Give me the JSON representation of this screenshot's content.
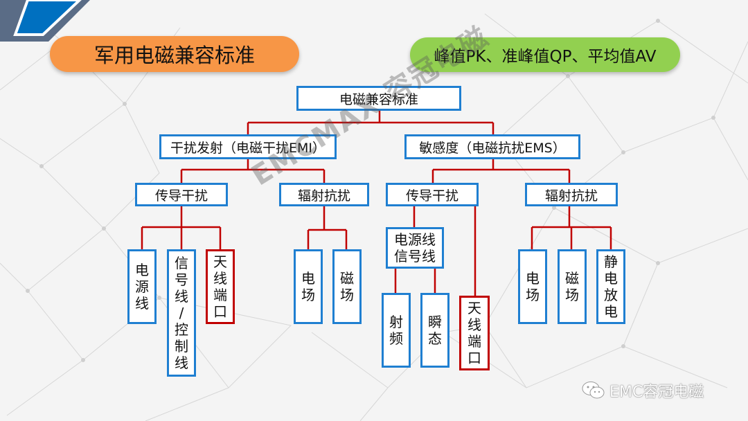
{
  "header": {
    "left_title": "军用电磁兼容标准",
    "right_title": "峰值PK、准峰值QP、平均值AV"
  },
  "tree": {
    "root": "电磁兼容标准",
    "emi": "干扰发射（电磁干扰EMI）",
    "ems": "敏感度（电磁抗扰EMS）",
    "emi_conducted": "传导干扰",
    "emi_radiated": "辐射抗扰",
    "ems_conducted": "传导干扰",
    "ems_radiated": "辐射抗扰",
    "emi_power": "电\n源\n线",
    "emi_signal": "信\n号\n线\n/\n控\n制\n线",
    "emi_antenna": "天\n线\n端\n口",
    "emi_e_field": "电\n场",
    "emi_h_field": "磁\n场",
    "ems_power_signal": "电源线\n信号线",
    "ems_rf": "射\n频",
    "ems_transient": "瞬\n态",
    "ems_antenna": "天\n线\n端\n口",
    "ems_e_field": "电\n场",
    "ems_h_field": "磁\n场",
    "ems_esd": "静\n电\n放\n电"
  },
  "watermark": "EMCMAX 容冠电磁",
  "footer": {
    "wechat_label": "EMC容冠电磁"
  },
  "colors": {
    "box_border": "#1f7fd1",
    "highlight_border": "#c00000",
    "connector": "#c00000",
    "orange": "#f79646",
    "green": "#92d050"
  }
}
